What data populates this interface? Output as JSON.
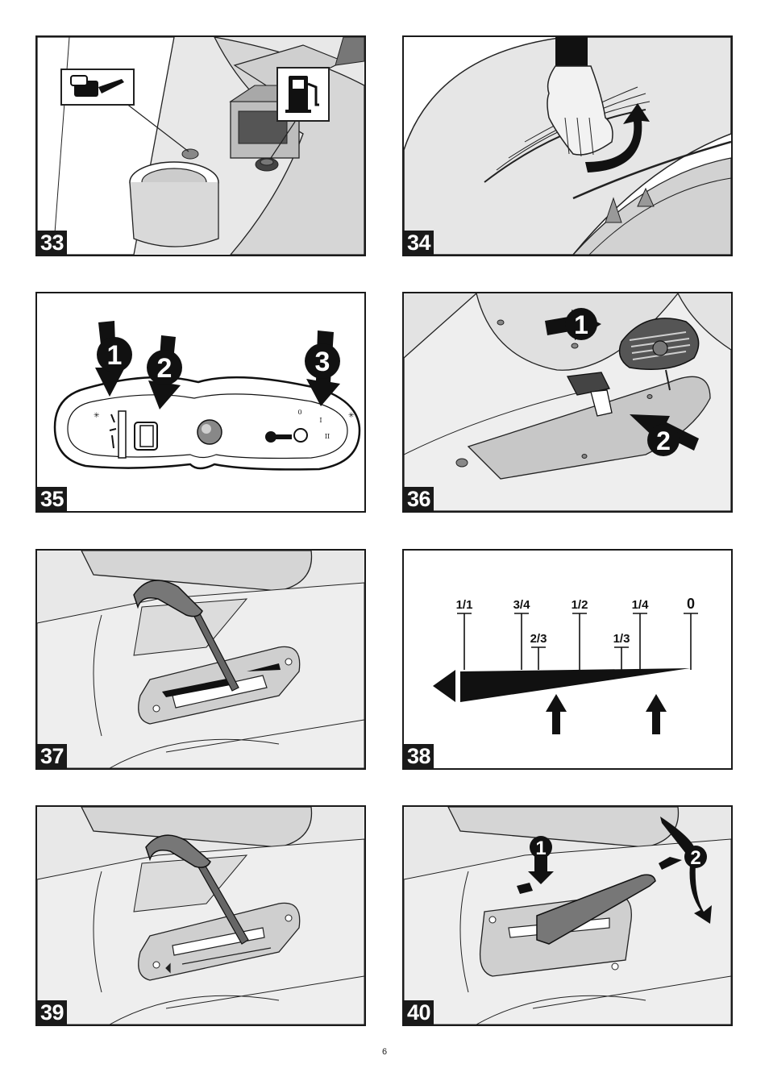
{
  "figures": [
    {
      "number": "33",
      "icons": [
        "oil-can-icon",
        "fuel-pump-icon"
      ]
    },
    {
      "number": "34",
      "icons": [
        "hand-icon",
        "curved-arrow-icon"
      ]
    },
    {
      "number": "35",
      "callouts": [
        "1",
        "2",
        "3"
      ],
      "key_positions": [
        "0",
        "I",
        "II"
      ]
    },
    {
      "number": "36",
      "callouts": [
        "1",
        "2"
      ]
    },
    {
      "number": "37"
    },
    {
      "number": "38",
      "scale_labels": [
        "1/1",
        "3/4",
        "2/3",
        "1/2",
        "1/3",
        "1/4",
        "0"
      ]
    },
    {
      "number": "39"
    },
    {
      "number": "40",
      "callouts": [
        "1",
        "2"
      ]
    }
  ],
  "page_number": "6"
}
